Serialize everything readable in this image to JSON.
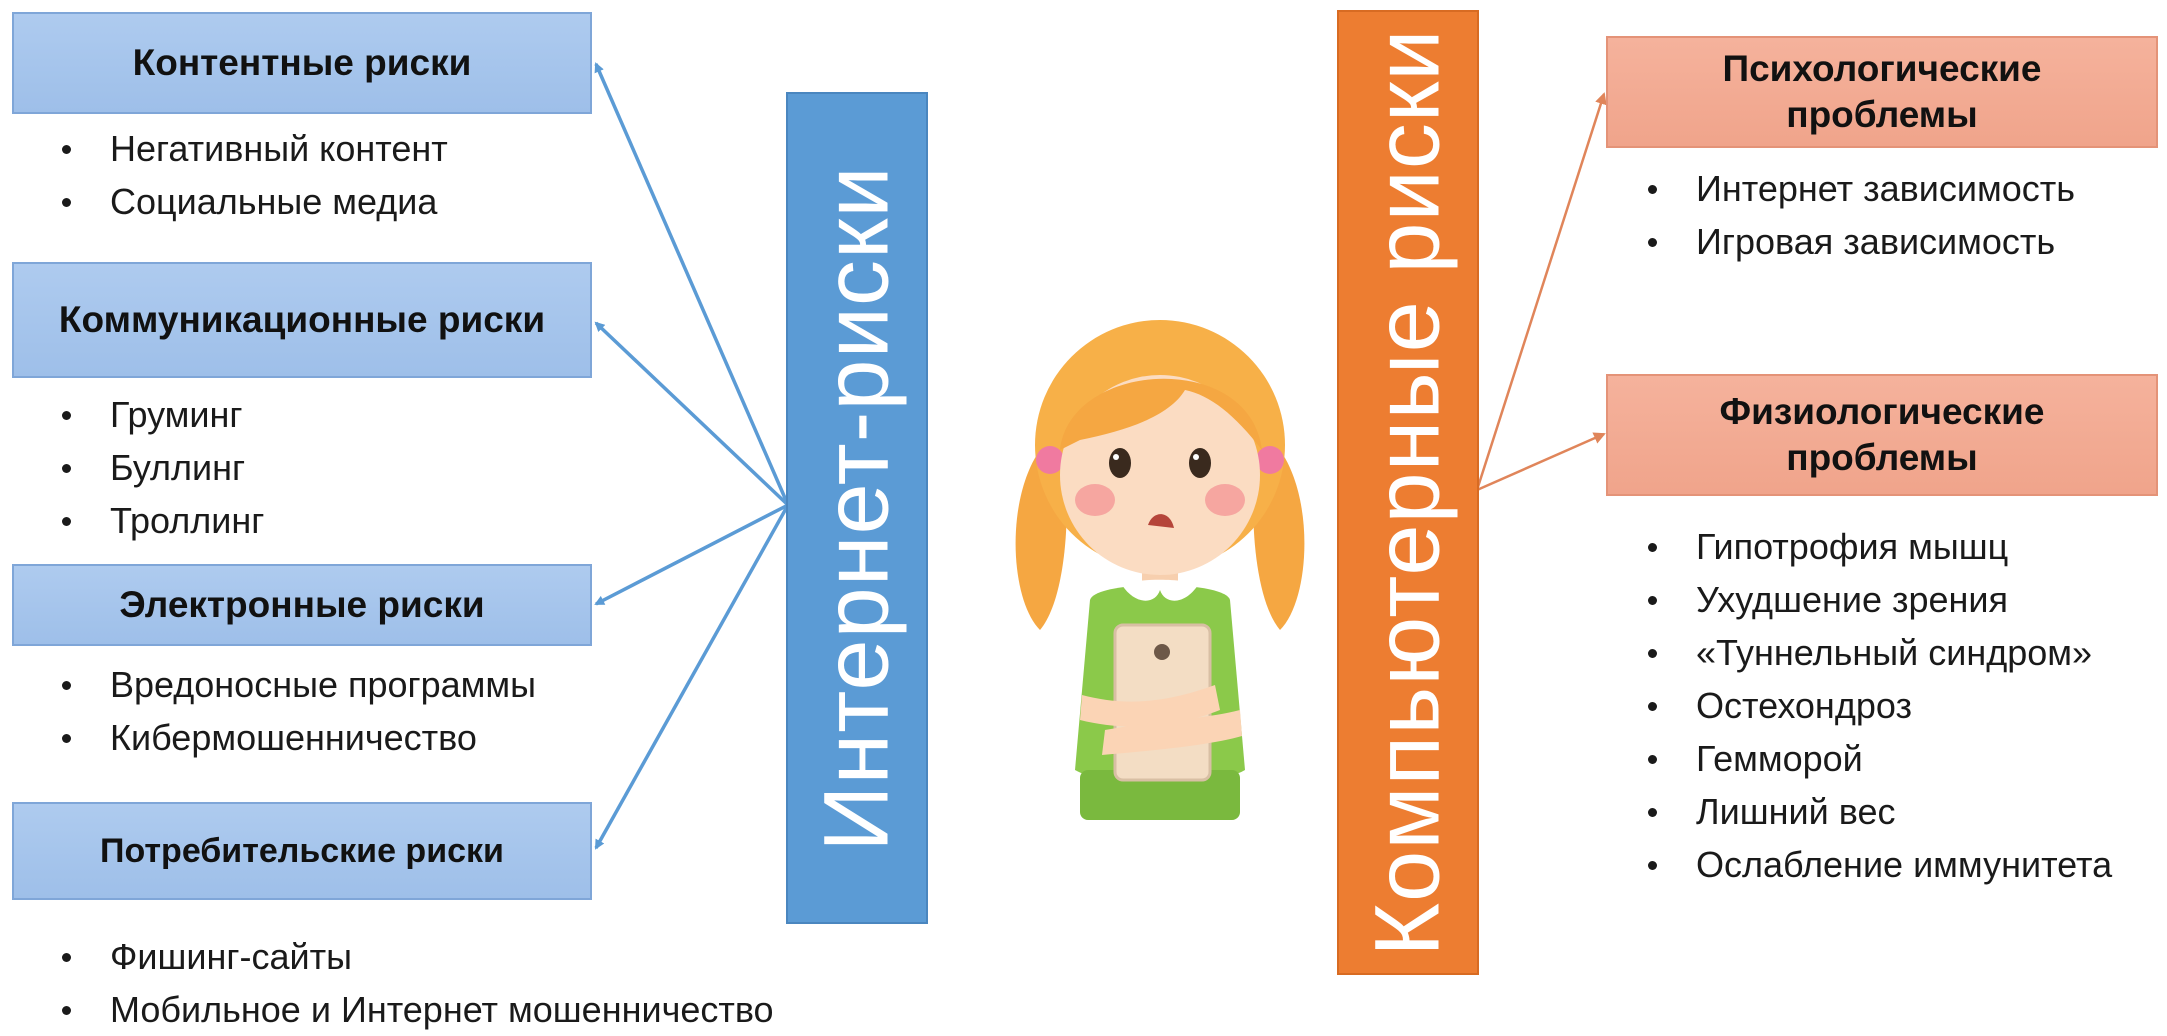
{
  "internet_risks": {
    "title": "Интернет-риски",
    "color": "#5b9bd5",
    "categories": [
      {
        "title": "Контентные риски",
        "items": [
          "Негативный контент",
          "Социальные медиа"
        ]
      },
      {
        "title": "Коммуникационные риски",
        "items": [
          "Груминг",
          "Буллинг",
          "Троллинг"
        ]
      },
      {
        "title": "Электронные риски",
        "items": [
          "Вредоносные программы",
          "Кибермошенничество"
        ]
      },
      {
        "title": "Потребительские риски",
        "items": [
          "Фишинг-сайты",
          "Мобильное и Интернет мошенничество"
        ]
      }
    ]
  },
  "computer_risks": {
    "title": "Компьютерные риски",
    "color": "#ed7d31",
    "categories": [
      {
        "title": "Психологические проблемы",
        "items": [
          "Интернет зависимость",
          "Игровая зависимость"
        ]
      },
      {
        "title": "Физиологические проблемы",
        "items": [
          "Гипотрофия мышц",
          "Ухудшение зрения",
          "«Туннельный синдром»",
          "Остехондроз",
          "Гемморой",
          "Лишний вес",
          "Ослабление иммунитета"
        ]
      }
    ]
  },
  "illustration": {
    "icon": "girl-with-tablet-icon"
  }
}
